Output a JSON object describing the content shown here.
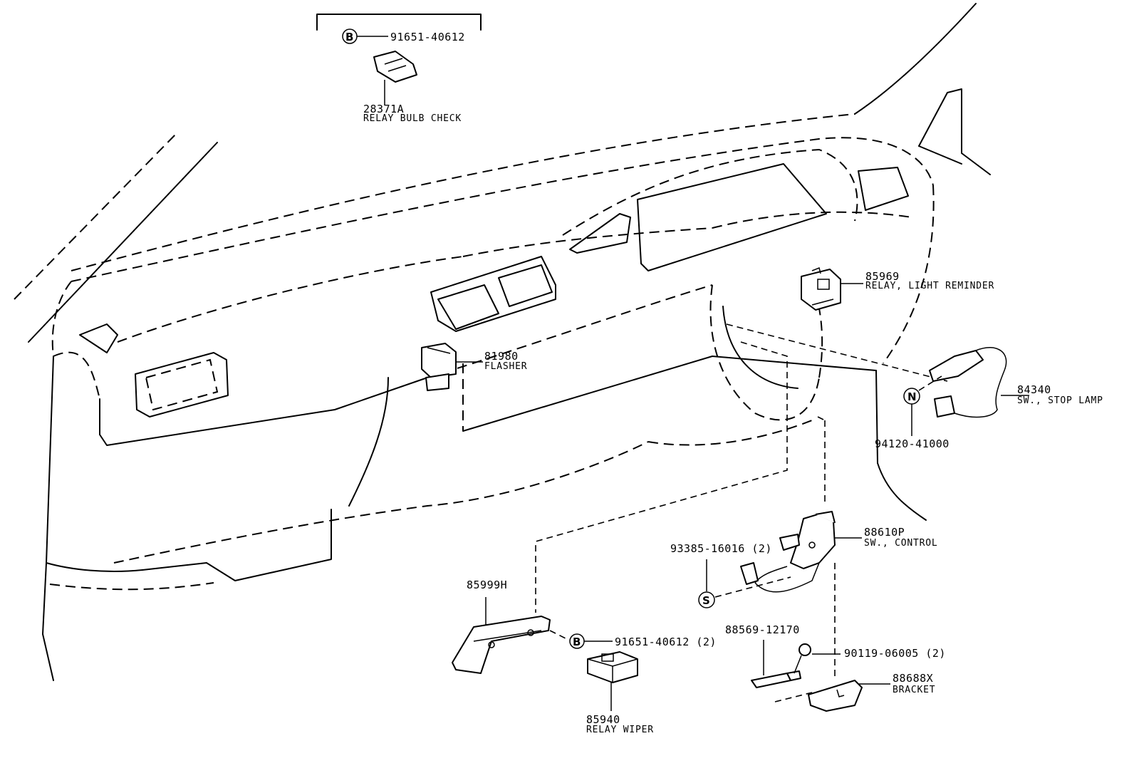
{
  "parts": {
    "relay_bulb_check": {
      "number": "28371A",
      "description": "RELAY BULB CHECK"
    },
    "bolt_top": {
      "number": "91651-40612"
    },
    "flasher": {
      "number": "81980",
      "description": "FLASHER"
    },
    "relay_light_reminder": {
      "number": "85969",
      "description": "RELAY, LIGHT REMINDER"
    },
    "stop_lamp_switch": {
      "number": "84340",
      "description": "SW., STOP LAMP"
    },
    "nut": {
      "number": "94120-41000"
    },
    "control_switch": {
      "number": "88610P",
      "description": "SW., CONTROL"
    },
    "screw": {
      "number": "93385-16016 (2)"
    },
    "part_85999h": {
      "number": "85999H"
    },
    "bolt_bottom": {
      "number": "91651-40612 (2)"
    },
    "relay_wiper": {
      "number": "85940",
      "description": "RELAY WIPER"
    },
    "part_88569": {
      "number": "88569-12170"
    },
    "bolt_90119": {
      "number": "90119-06005 (2)"
    },
    "bracket": {
      "number": "88688X",
      "description": "BRACKET"
    }
  },
  "callouts": {
    "b": "B",
    "n": "N",
    "s": "S"
  },
  "colors": {
    "ink": "#000000",
    "paper": "#ffffff"
  }
}
